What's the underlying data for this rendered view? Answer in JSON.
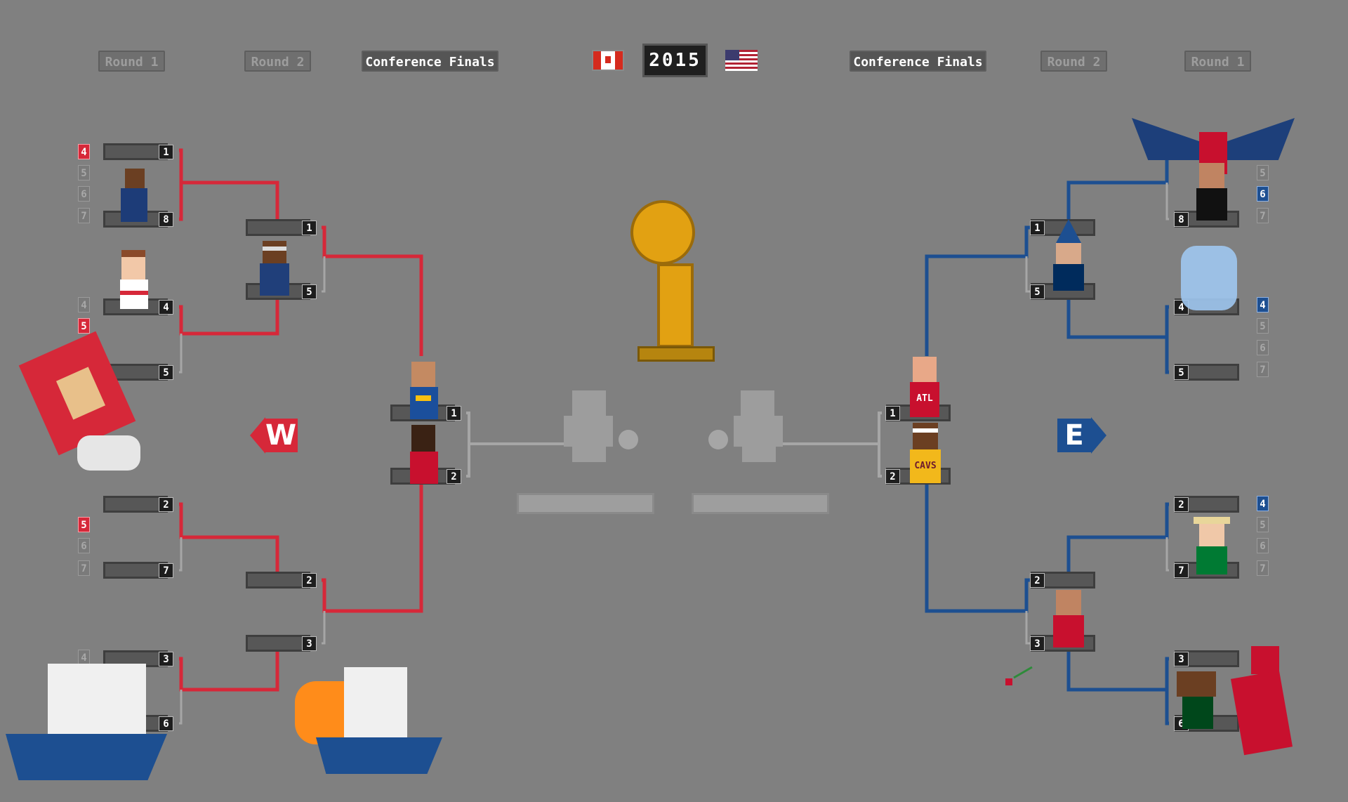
{
  "header": {
    "rounds_left": [
      "Round 1",
      "Round 2",
      "Conference Finals"
    ],
    "rounds_right": [
      "Conference Finals",
      "Round 2",
      "Round 1"
    ],
    "year": "2015",
    "flag_left": "canada-flag-icon",
    "flag_right": "usa-flag-icon"
  },
  "west": {
    "label": "W",
    "color": "#d62839",
    "r1_seeds": [
      "1",
      "8",
      "4",
      "5",
      "2",
      "7",
      "3",
      "6"
    ],
    "r2_seeds": [
      "1",
      "5",
      "2",
      "3"
    ],
    "cf_seeds": [
      "1",
      "2"
    ],
    "game_counters": [
      [
        "4",
        "5",
        "6",
        "7"
      ],
      [
        "4",
        "5"
      ],
      [
        "5",
        "6",
        "7"
      ],
      [
        "4"
      ]
    ]
  },
  "east": {
    "label": "E",
    "color": "#1d4f91",
    "r1_seeds": [
      "8",
      "4",
      "5",
      "2",
      "7",
      "3",
      "6"
    ],
    "r2_seeds": [
      "1",
      "5",
      "2",
      "3"
    ],
    "cf_seeds": [
      "1",
      "2"
    ],
    "game_counters": [
      [
        "5",
        "6",
        "7"
      ],
      [
        "4",
        "5",
        "6",
        "7"
      ],
      [
        "4",
        "5",
        "6",
        "7"
      ]
    ],
    "cf_team_labels": [
      "ATL",
      "CAVS"
    ]
  },
  "finals": {
    "trophy": "trophy-icon",
    "placeholder_left": "player-placeholder-icon",
    "placeholder_right": "player-placeholder-icon"
  },
  "colors": {
    "background": "#808080",
    "west_line": "#d62839",
    "east_line": "#1d4f91",
    "neutral_line": "#a6a6a6"
  }
}
